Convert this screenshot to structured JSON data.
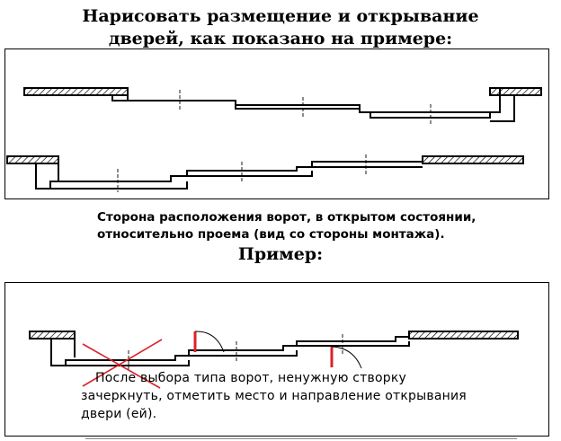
{
  "title": {
    "line1": "Нарисовать размещение и открывание",
    "line2": "дверей, как показано на примере:"
  },
  "caption": {
    "line1": "Сторона расположения ворот, в открытом состоянии,",
    "line2": "относительно проема (вид со стороны монтажа)."
  },
  "example_label": "Пример:",
  "note": {
    "line1": "После выбора типа ворот, ненужную створку",
    "line2": "зачеркнуть, отметить место и направление открывания",
    "line3": "двери (ей)."
  },
  "colors": {
    "ink": "#000000",
    "mark": "#d8232a",
    "hatch": "#000000"
  }
}
